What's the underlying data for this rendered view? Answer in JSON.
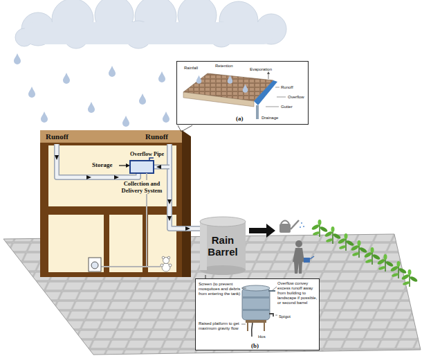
{
  "diagram": {
    "nodes": [
      {
        "text": [
          "Rainfall",
          "Retention",
          "Evaporation",
          "Runoff",
          "Overflow",
          "Gutter",
          "Drainage",
          "(a)"
        ]
      },
      {
        "text": [
          "Rain Barrel"
        ]
      },
      {
        "text": [
          "Screen (to prevent mosquitoes and debris from entering the tank)",
          "Overflow convey excess runoff away from building to landscape if possible, or second barrel",
          "Spigot",
          "Raised platform to get maximum gravity flow",
          "Hos",
          "(b)"
        ]
      }
    ],
    "edges": [
      {
        "from": 1,
        "to": 2,
        "arrow": "none"
      }
    ],
    "labels": [
      "Runoff",
      "Runoff",
      "Overflow Pipe",
      "Storage",
      "Collection and Delivery System"
    ]
  }
}
